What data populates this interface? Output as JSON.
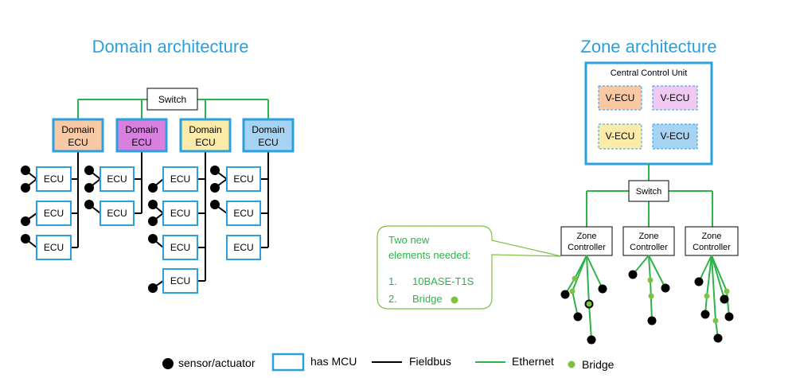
{
  "domain_title": "Domain architecture",
  "zone_title": "Zone architecture",
  "switch_label": "Switch",
  "domain_ecu_line1": "Domain",
  "domain_ecu_line2": "ECU",
  "ecu_label": "ECU",
  "central_control_unit": "Central Control Unit",
  "vecu_label": "V-ECU",
  "zone_ctrl_line1": "Zone",
  "zone_ctrl_line2": "Controller",
  "callout": {
    "line1": "Two new",
    "line2": "elements needed:",
    "item1_num": "1.",
    "item1_text": "10BASE-T1S",
    "item2_num": "2.",
    "item2_text": "Bridge"
  },
  "legend": {
    "sensor": "sensor/actuator",
    "mcu": "has MCU",
    "fieldbus": "Fieldbus",
    "ethernet": "Ethernet",
    "bridge": "Bridge"
  },
  "colors": {
    "title_blue": "#2aa0dc",
    "ethernet_green": "#2db34a",
    "bridge_dot": "#7dc242",
    "mcu_border": "#2aa0dc",
    "domain_orange": "#f8c9a4",
    "domain_purple": "#d87fe0",
    "domain_yellow": "#fbeaa8",
    "domain_blue": "#a7d3f3",
    "vecu_orange": "#f8c9a4",
    "vecu_purple": "#efc9f2",
    "vecu_yellow": "#fbeaa8",
    "vecu_blue": "#a7d3f3"
  }
}
